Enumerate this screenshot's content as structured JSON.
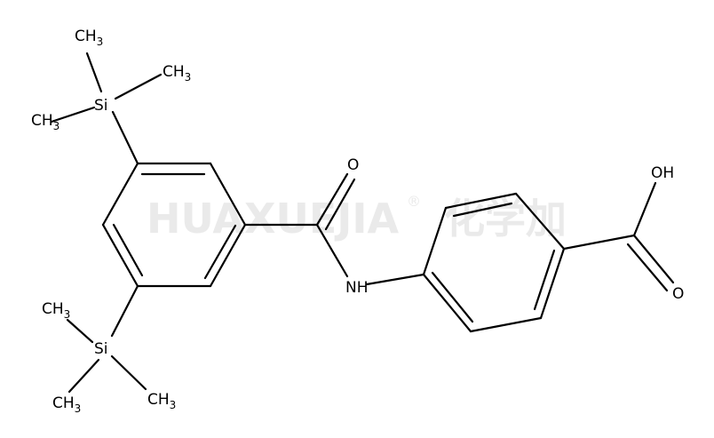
{
  "watermark": {
    "brand": "HUAXUEJIA",
    "registered": "®",
    "cjk": "化学加"
  },
  "labels": {
    "si_top": "Si",
    "si_bottom": "Si",
    "methyl": "CH",
    "methyl_sub": "3",
    "carbonyl_o": "O",
    "nh": "NH",
    "acid_oh": "OH",
    "acid_o": "O"
  }
}
